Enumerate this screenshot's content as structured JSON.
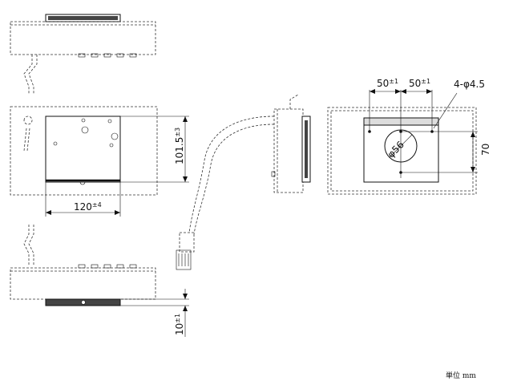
{
  "dimensions": {
    "width_top": "50",
    "width_top_tol": "±1",
    "width_top_b": "50",
    "width_top_b_tol": "±1",
    "holes": "4-φ4.5",
    "hole_dia": "φ56",
    "height_right": "70",
    "height_left": "101.5",
    "height_left_tol": "±3",
    "width_bottom": "120",
    "width_bottom_tol": "±4",
    "thickness": "10",
    "thickness_tol": "±1"
  },
  "unit_label": "単位 mm"
}
